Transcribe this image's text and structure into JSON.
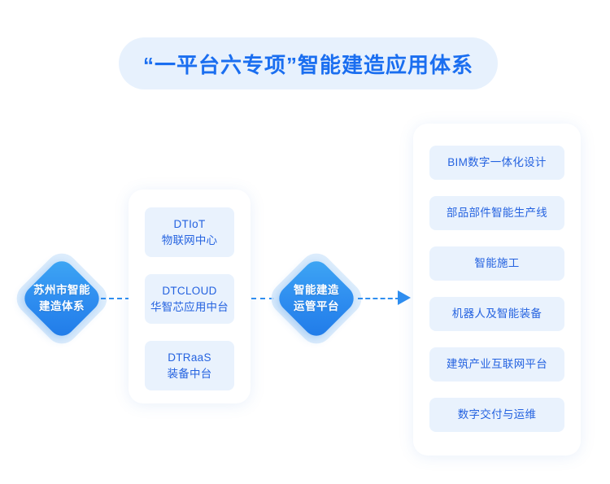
{
  "title": {
    "text": "“一平台六专项”智能建造应用体系"
  },
  "nodes": [
    {
      "name": "origin",
      "line1": "苏州市智能",
      "line2": "建造体系"
    },
    {
      "name": "platform",
      "line1": "智能建造",
      "line2": "运管平台"
    }
  ],
  "middle_panel": {
    "cards": [
      {
        "line1": "DTIoT",
        "line2": "物联网中心"
      },
      {
        "line1": "DTCLOUD",
        "line2": "华智芯应用中台"
      },
      {
        "line1": "DTRaaS",
        "line2": "装备中台"
      }
    ]
  },
  "right_panel": {
    "cards": [
      {
        "label": "BIM数字一体化设计"
      },
      {
        "label": "部品部件智能生产线"
      },
      {
        "label": "智能施工"
      },
      {
        "label": "机器人及智能装备"
      },
      {
        "label": "建筑产业互联网平台"
      },
      {
        "label": "数字交付与运维"
      }
    ]
  },
  "colors": {
    "accent": "#1a6ef0",
    "node_blue": "#2f8ef0",
    "card_bg": "#e9f2fd",
    "title_bg": "#e7f1fd",
    "card_text": "#2563e0"
  }
}
